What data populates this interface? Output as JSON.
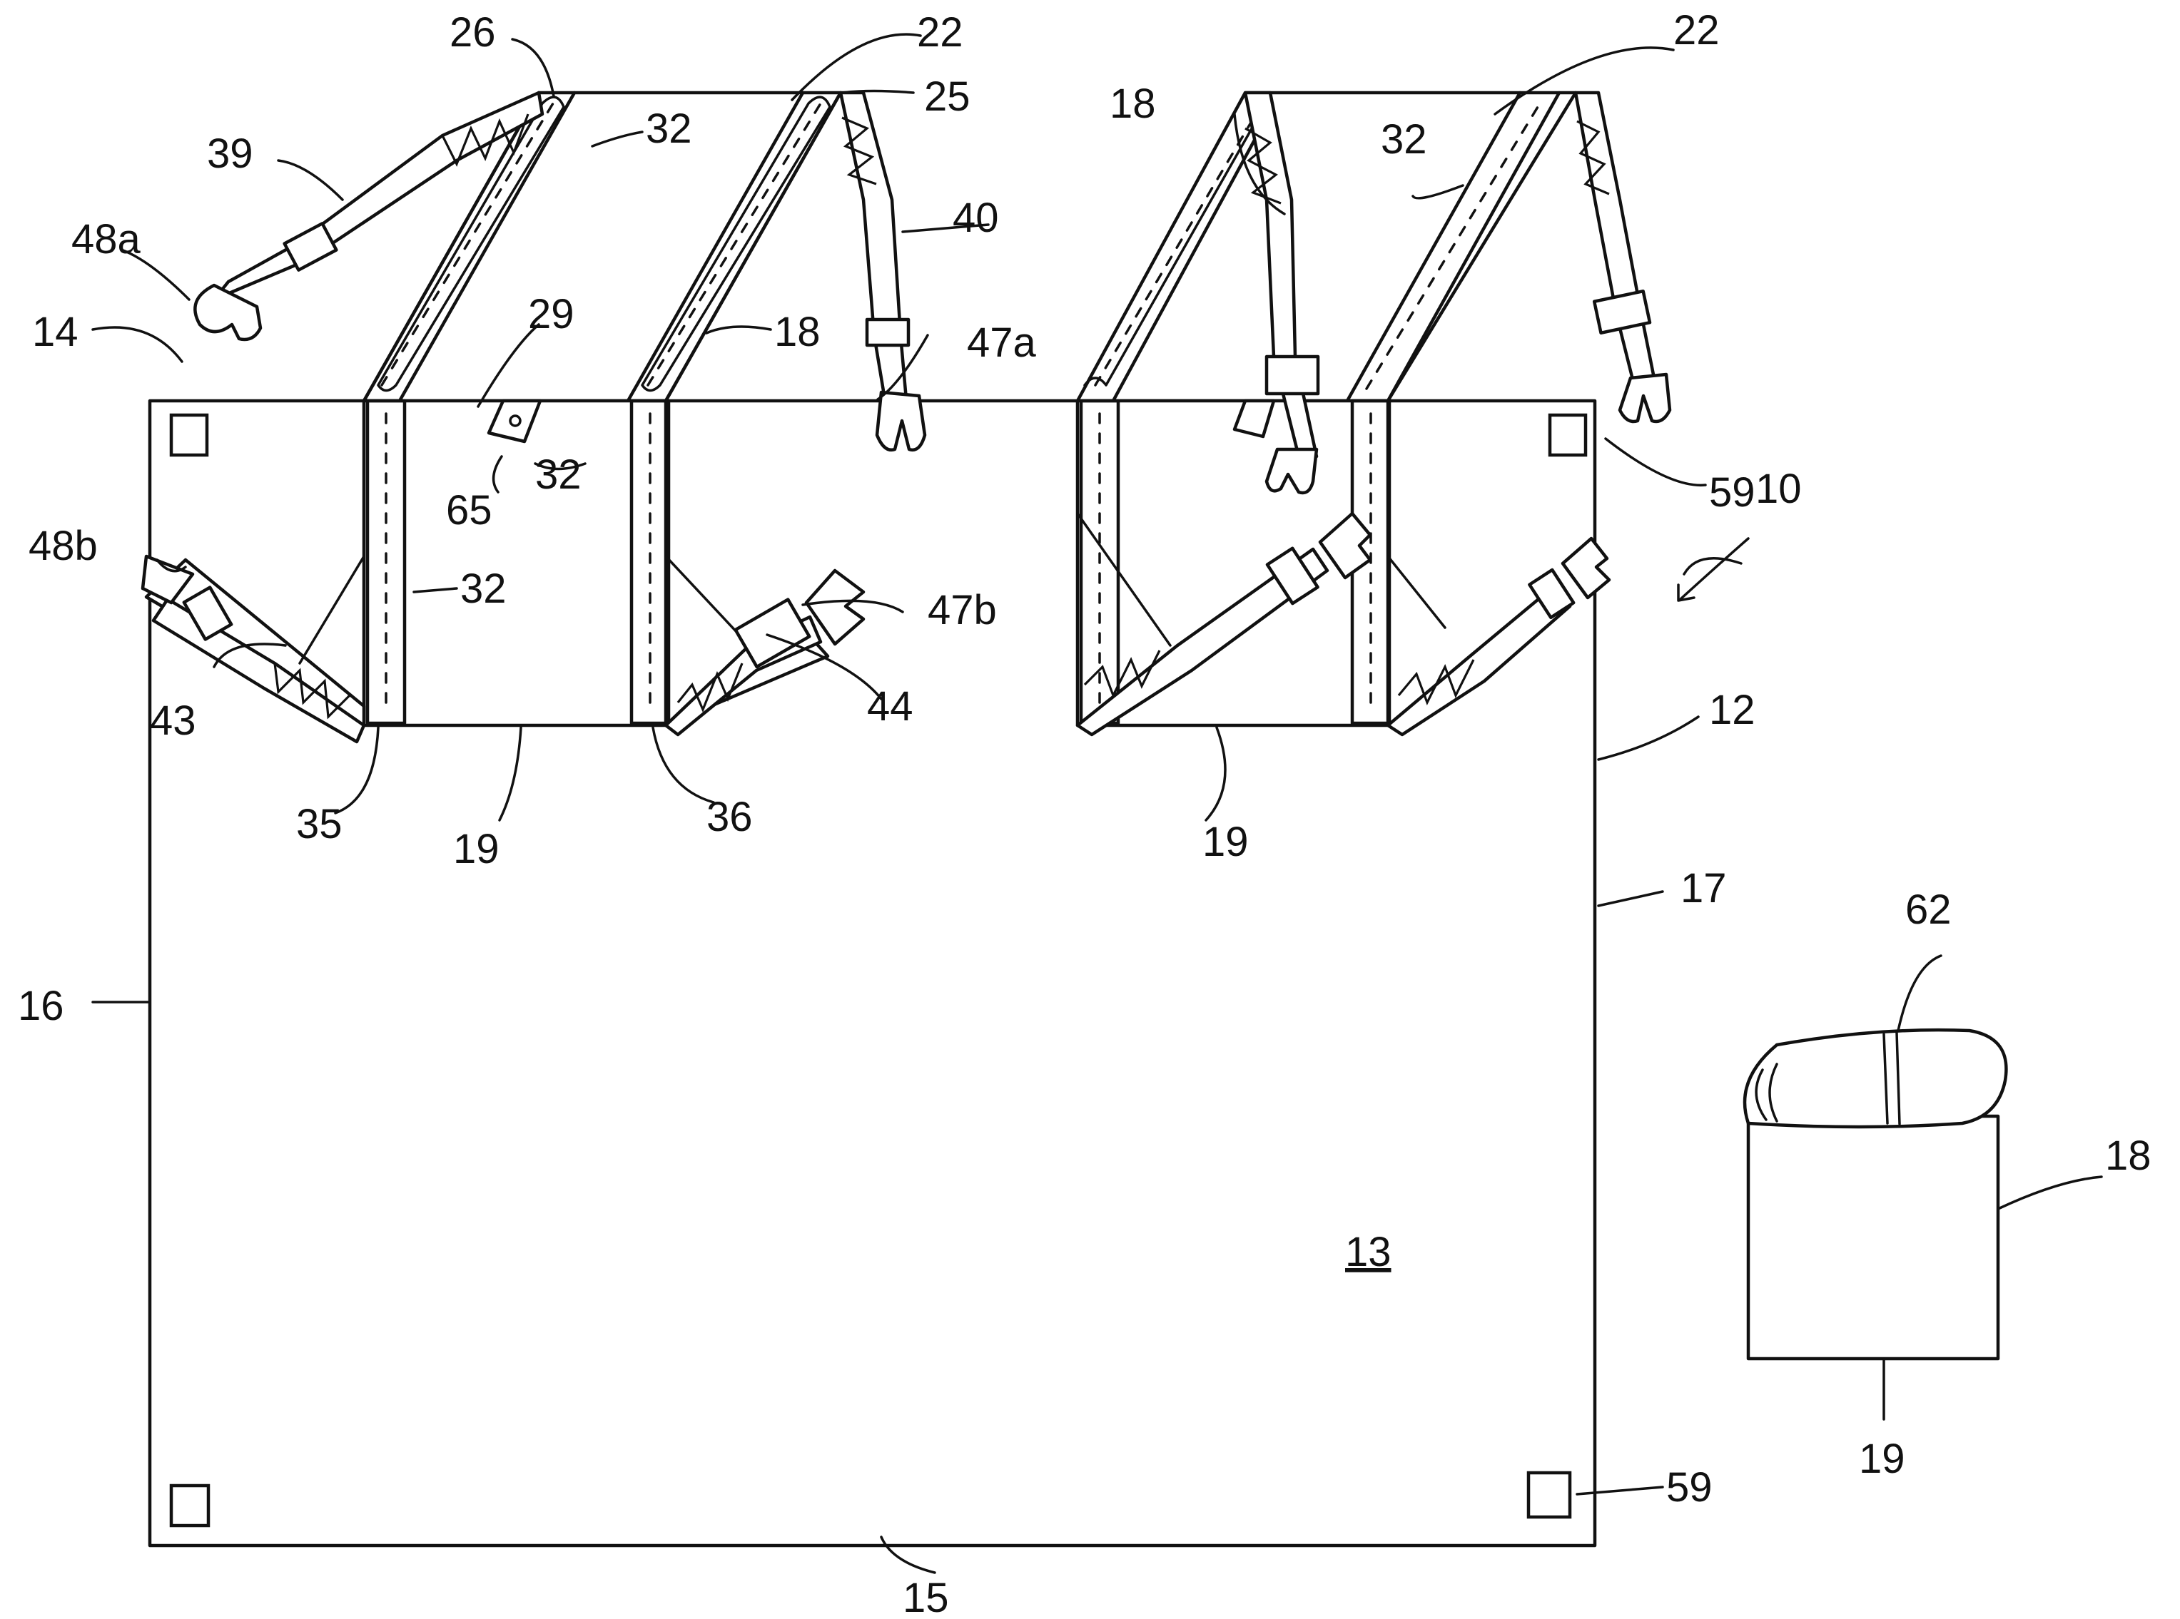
{
  "figure": {
    "labels": {
      "l10": "10",
      "l12": "12",
      "l13": "13",
      "l14": "14",
      "l15": "15",
      "l16": "16",
      "l17": "17",
      "l18a": "18",
      "l18b": "18",
      "l18c": "18",
      "l19a": "19",
      "l19b": "19",
      "l19c": "19",
      "l22a": "22",
      "l22b": "22",
      "l25": "25",
      "l26": "26",
      "l29": "29",
      "l32a": "32",
      "l32b": "32",
      "l32c": "32",
      "l32d": "32",
      "l35": "35",
      "l36": "36",
      "l39": "39",
      "l40": "40",
      "l43": "43",
      "l44": "44",
      "l47a": "47a",
      "l47b": "47b",
      "l48a": "48a",
      "l48b": "48b",
      "l59a": "59",
      "l59b": "59",
      "l62": "62",
      "l65": "65"
    }
  }
}
